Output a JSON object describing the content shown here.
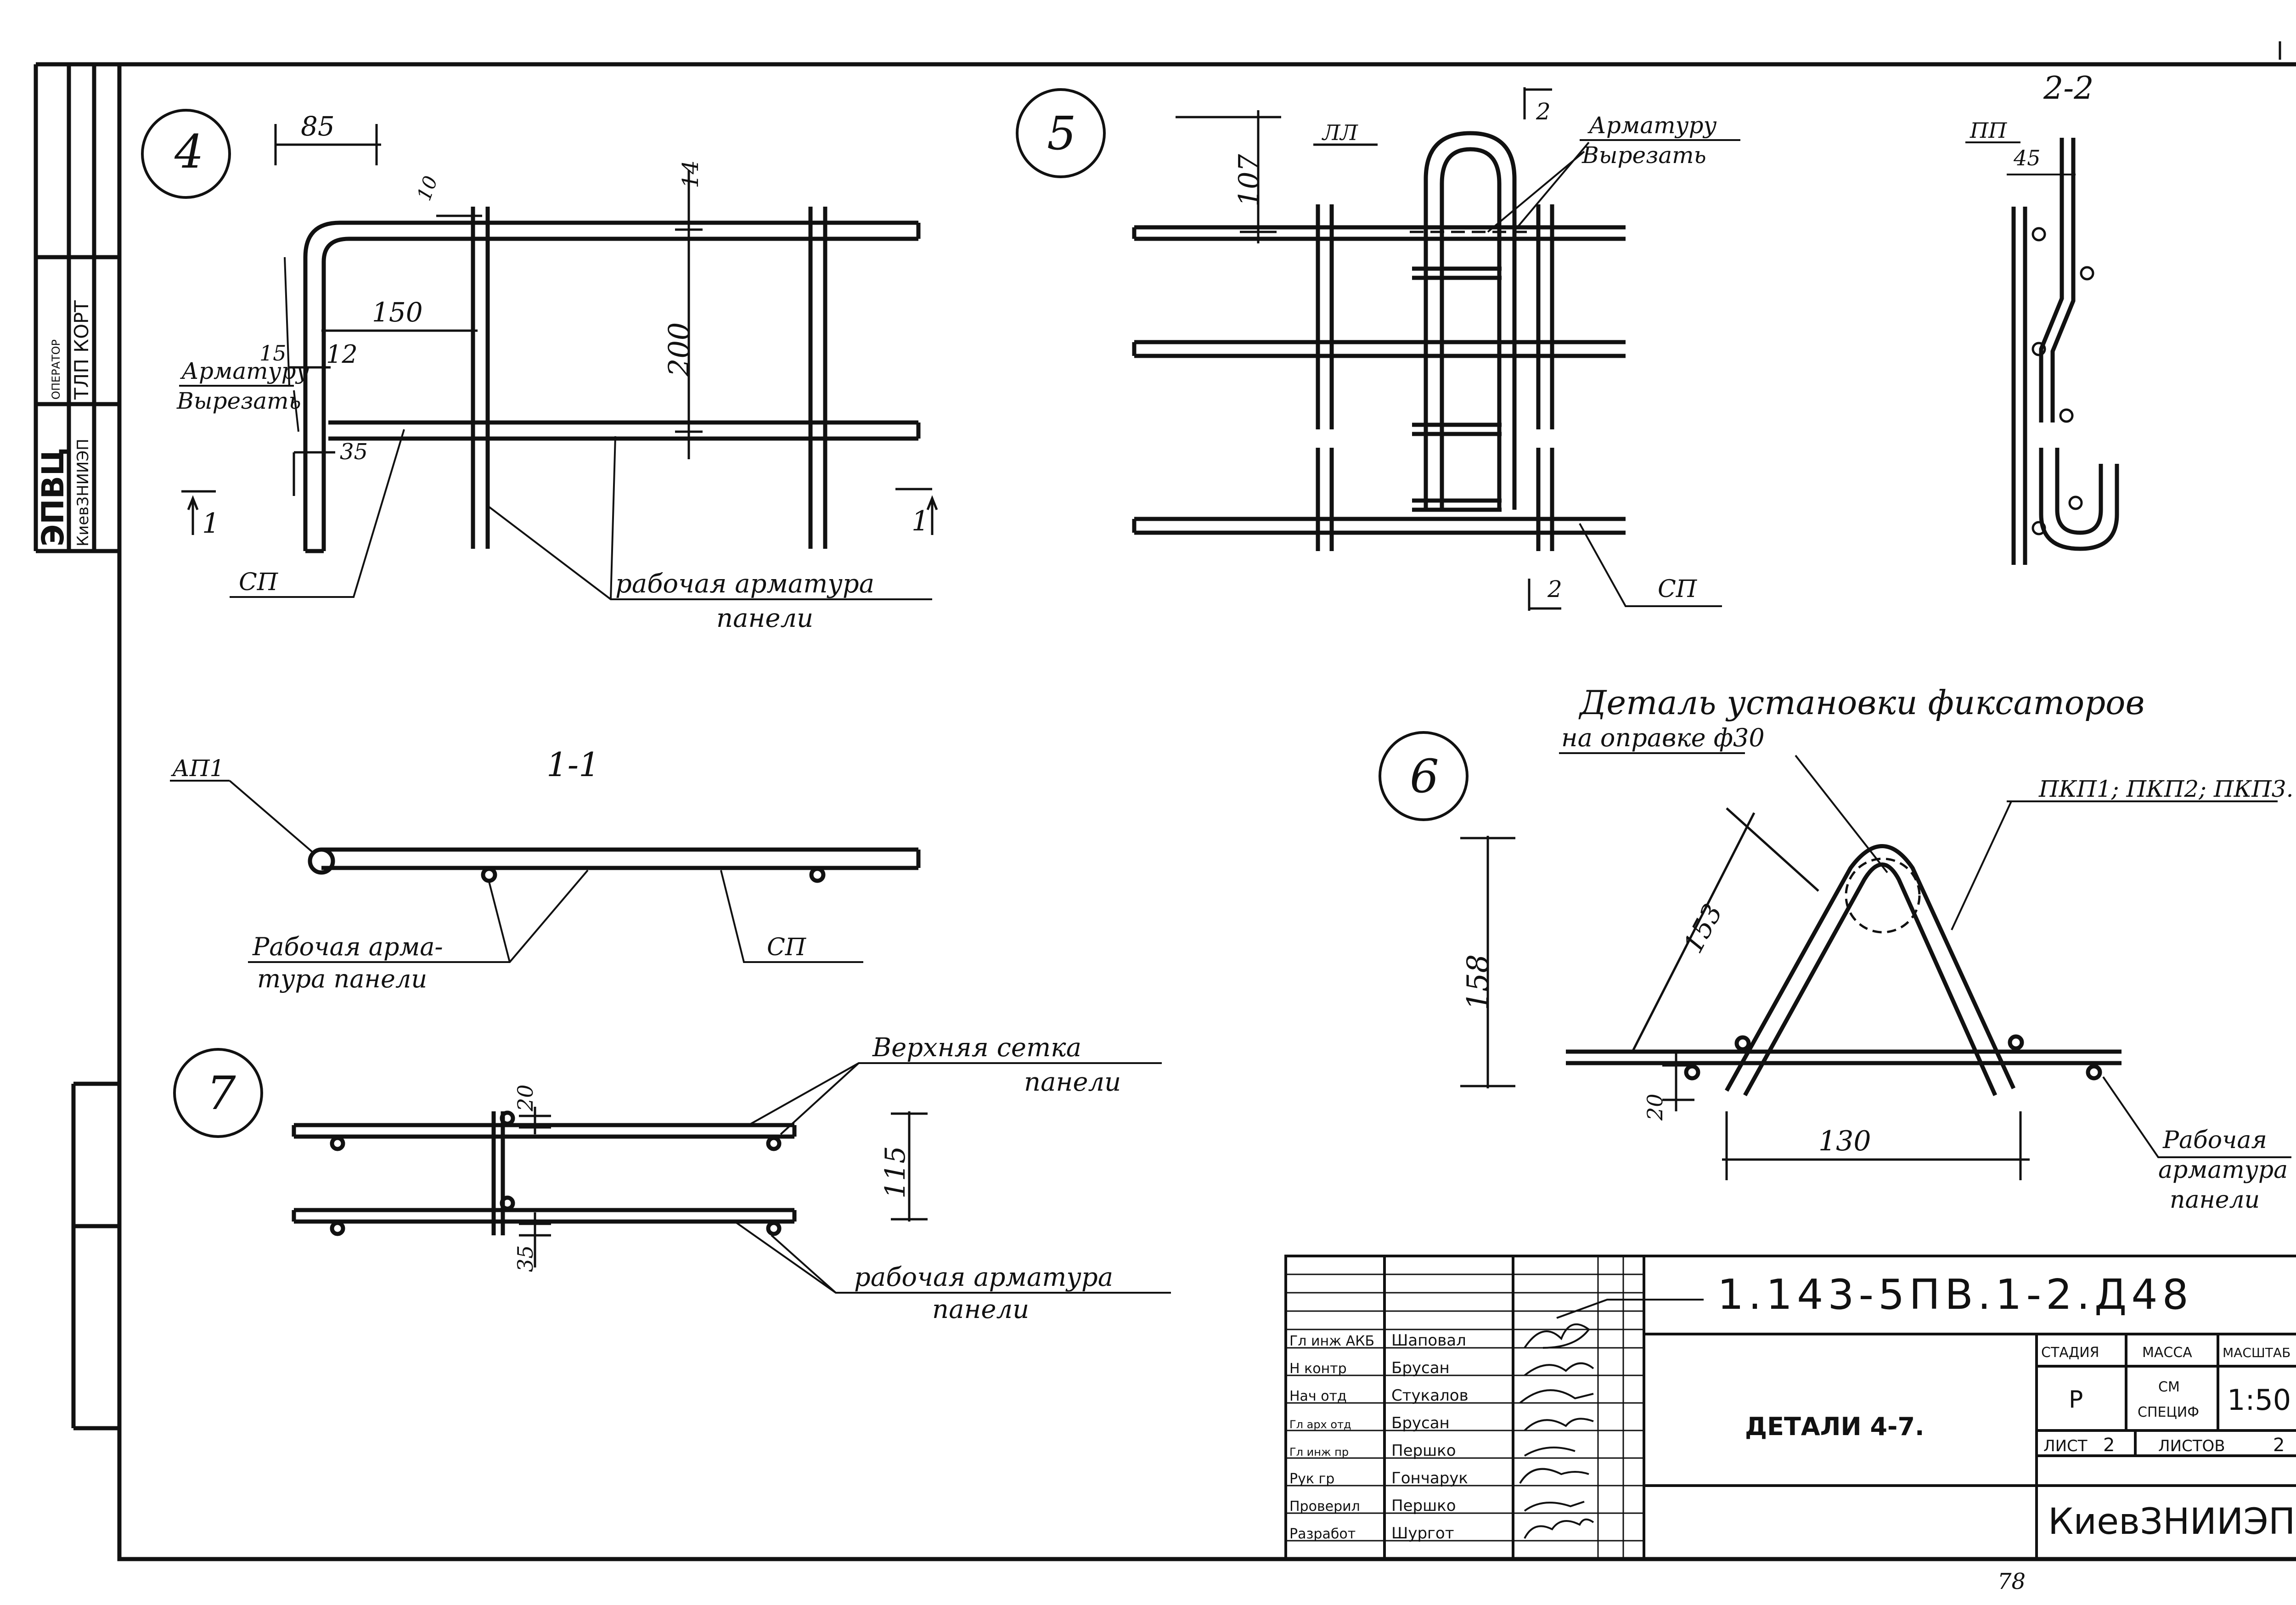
{
  "margin_stamp": {
    "org": "ЭПВЦ",
    "institute": "КиевЗНИИЭП",
    "operator_label": "ОПЕРАТОР",
    "operator_dept": "ТЛП КОРТ"
  },
  "detail4": {
    "number": "4",
    "dims": [
      "85",
      "10",
      "14",
      "150",
      "200",
      "15",
      "12",
      "35"
    ],
    "note_line1": "Арматуру",
    "note_line2": "Вырезать",
    "section_mark": "1",
    "label_sp": "СП",
    "label_work_line1": "рабочая арматура",
    "label_work_line2": "панели"
  },
  "detail5": {
    "number": "5",
    "dim": "107",
    "label_ll": "ЛЛ",
    "note_line1": "Арматуру",
    "note_line2": "Вырезать",
    "section_mark": "2",
    "label_sp": "СП"
  },
  "section22": {
    "title": "2-2",
    "label_pp": "ПП",
    "dim": "45"
  },
  "section11": {
    "title": "1-1",
    "label_ap": "АП1",
    "label_work_line1": "Рабочая арма-",
    "label_work_line2": "тура панели",
    "label_sp": "СП"
  },
  "detail6": {
    "number": "6",
    "title": "Деталь установки фиксаторов",
    "subtitle": "на оправке ф30",
    "label_pkp": "ПКП1; ПКП2; ПКП3.",
    "dims": [
      "158",
      "153",
      "20",
      "130"
    ],
    "label_work_line1": "Рабочая",
    "label_work_line2": "арматура",
    "label_work_line3": "панели"
  },
  "detail7": {
    "number": "7",
    "label_top_line1": "Верхняя сетка",
    "label_top_line2": "панели",
    "label_work_line1": "рабочая арматура",
    "label_work_line2": "панели",
    "dims": [
      "20",
      "115",
      "35"
    ]
  },
  "title_block": {
    "doc_code": "1.143-5ПВ.1-2.Д48",
    "sheet_title": "ДЕТАЛИ  4-7.",
    "stage_header": "СТАДИЯ",
    "mass_header": "МАССА",
    "scale_header": "МАСШТАБ",
    "stage": "Р",
    "mass_line1": "СМ",
    "mass_line2": "СПЕЦИФ",
    "scale": "1:50",
    "sheet_label": "ЛИСТ",
    "sheet_no": "2",
    "sheets_label": "ЛИСТОВ",
    "sheets_total": "2",
    "organization": "КиевЗНИИЭП",
    "roles": [
      "Гл инж АКБ",
      "Н контр",
      "Нач отд",
      "Гл арх отд",
      "Гл инж пр",
      "Рук гр",
      "Проверил",
      "Разработ"
    ],
    "names": [
      "Шаповал",
      "Брусан",
      "Стукалов",
      "Брусан",
      "Першко",
      "Гончарук",
      "Першко",
      "Шургот"
    ]
  },
  "page_number": "78"
}
